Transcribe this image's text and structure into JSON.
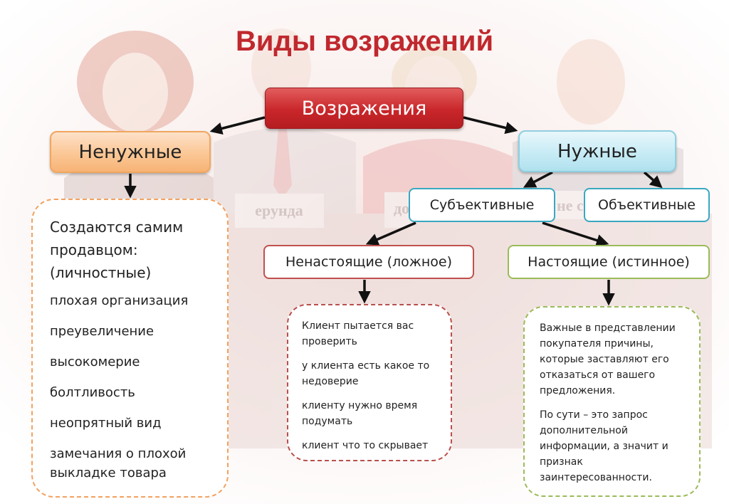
{
  "title": "Виды возражений",
  "nodes": {
    "root": "Возражения",
    "unneeded": "Ненужные",
    "needed": "Нужные",
    "subjective": "Субъективные",
    "objective": "Объективные",
    "false_objection": "Ненастоящие (ложное)",
    "true_objection": "Настоящие (истинное)"
  },
  "unneeded_panel": {
    "heading_lines": [
      "Создаются самим",
      "продавцом:",
      "(личностные)"
    ],
    "items": [
      [
        "плохая организация"
      ],
      [
        "преувеличение"
      ],
      [
        "высокомерие"
      ],
      [
        "болтливость"
      ],
      [
        "неопрятный вид"
      ],
      [
        "замечания о плохой",
        "выкладке товара"
      ]
    ]
  },
  "false_panel": {
    "items": [
      [
        "Клиент пытается вас",
        "проверить"
      ],
      [
        "у клиента есть какое то",
        "недоверие"
      ],
      [
        "клиенту нужно время",
        "подумать"
      ],
      [
        "клиент что то скрывает"
      ]
    ]
  },
  "true_panel": {
    "paragraphs": [
      [
        "Важные в представлении",
        "покупателя причины,",
        "которые заставляют его",
        "отказаться от вашего",
        "предложения."
      ],
      [
        "По сути – это запрос",
        "дополнительной",
        "информации, а значит и",
        "признак",
        "заинтересованности."
      ]
    ]
  },
  "background_text": {
    "sign_left": "ерунда",
    "sign_mid": "до",
    "sign_right": "не с"
  },
  "colors": {
    "title": "#c0282d",
    "root_fill": "#c9262a",
    "unneeded_fill": "#fbc795",
    "needed_fill": "#c7ebf5",
    "subjective_border": "#3aa8c1",
    "false_border": "#c0504d",
    "true_border": "#9bbb59",
    "arrow": "#111111"
  }
}
